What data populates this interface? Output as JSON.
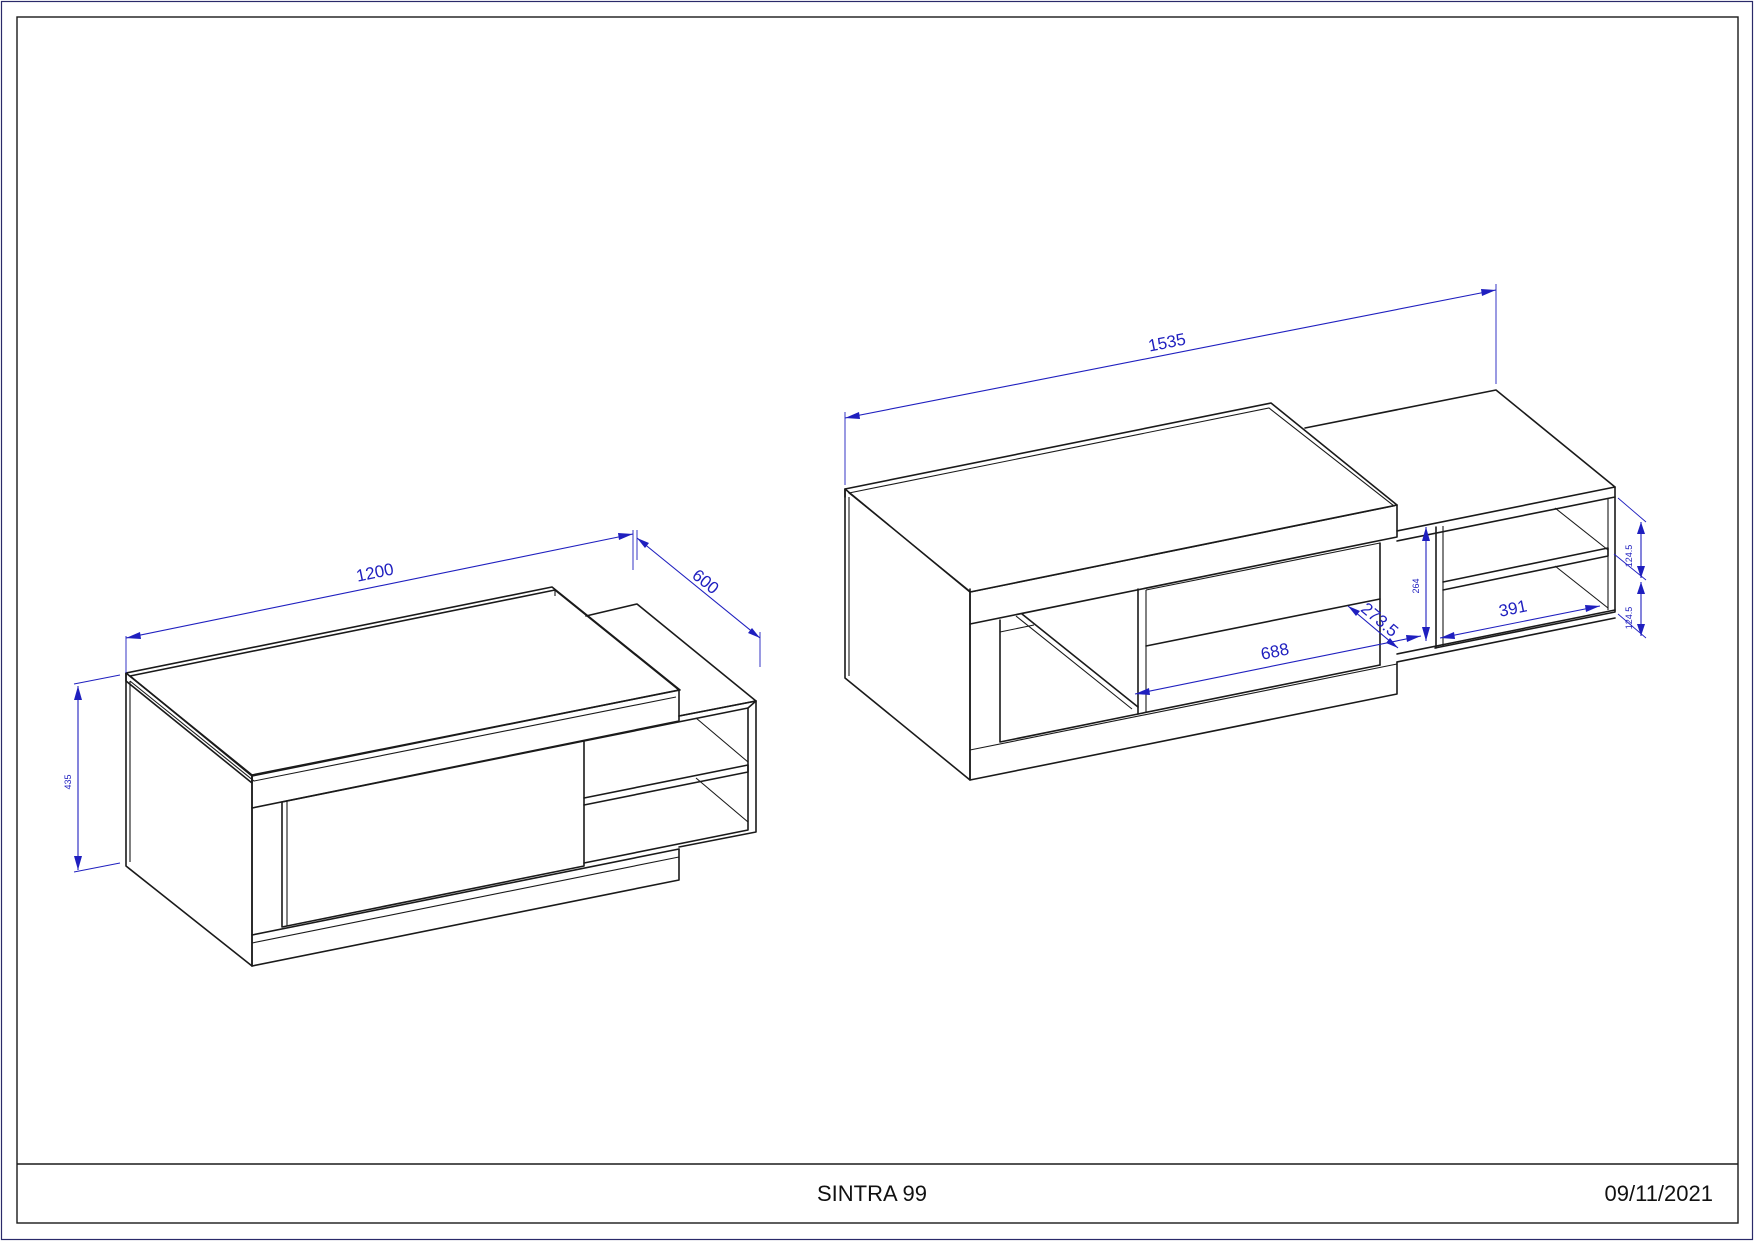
{
  "title_block": {
    "model": "SINTRA 99",
    "date": "09/11/2021"
  },
  "closed_view": {
    "dimensions": {
      "width": "1200",
      "depth": "600",
      "height": "435"
    }
  },
  "open_view": {
    "dimensions": {
      "extended_width": "1535",
      "inner_width": "688",
      "inner_depth": "273.5",
      "inner_height": "264",
      "shelf_width": "391",
      "shelf_height_top": "124.5",
      "shelf_height_bottom": "124.5"
    }
  },
  "colors": {
    "line": "#1a1a1a",
    "dimension": "#1f1fbf",
    "border": "#2a2a6a"
  }
}
